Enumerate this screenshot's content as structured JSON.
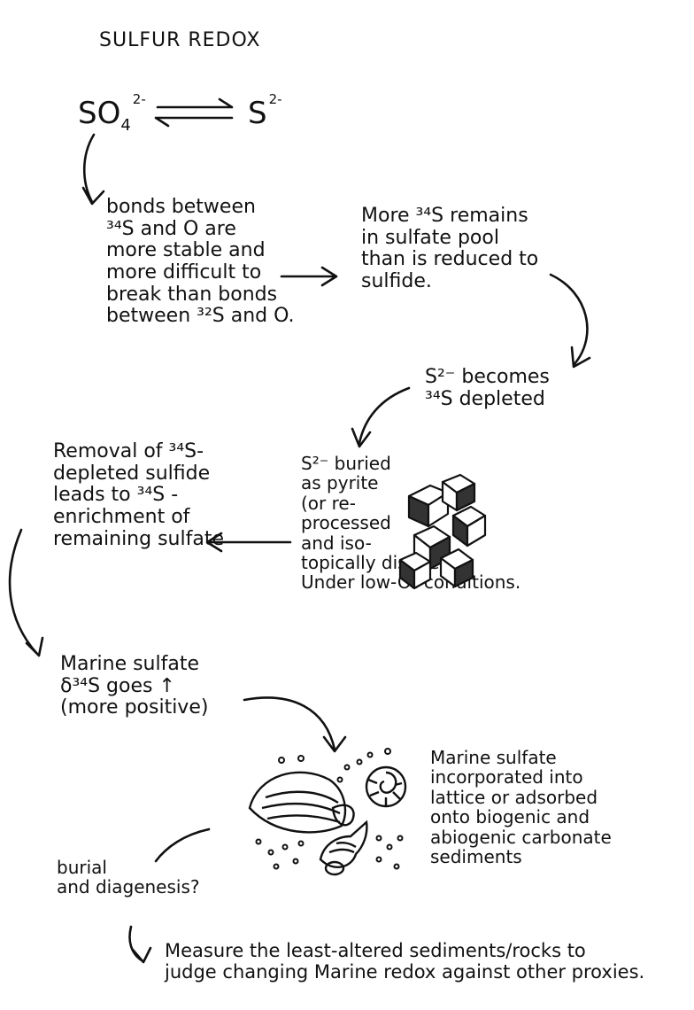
{
  "title": "SULFUR REDOX",
  "equation": {
    "left": "SO",
    "left_sub": "4",
    "left_sup": "2-",
    "right": "S",
    "right_sup": "2-"
  },
  "notes": {
    "bonds": "bonds between\n³⁴S and O are\nmore stable and\nmore difficult to\nbreak than bonds\nbetween ³²S and O.",
    "remains": "More ³⁴S remains\nin sulfate pool\nthan is reduced to\nsulfide.",
    "depleted": "S²⁻ becomes\n³⁴S depleted",
    "buried": "S²⁻ buried\nas pyrite\n(or re-\nprocessed\nand iso-\ntopically distilled)\nUnder low-O₂ conditions.",
    "removal": "Removal of ³⁴S-\ndepleted sulfide\nleads to ³⁴S -\nenrichment of\nremaining sulfate",
    "marine_up": "Marine sulfate\nδ³⁴S goes ↑\n(more positive)",
    "incorporated": "Marine sulfate\nincorporated into\nlattice or adsorbed\nonto biogenic and\nabiogenic carbonate\nsediments",
    "burial": "burial\nand diagenesis?",
    "measure": "Measure the least-altered sediments/rocks to\njudge changing Marine redox against other proxies."
  },
  "icons": [
    "pyrite-crystals-icon",
    "shell-icon",
    "ammonite-icon",
    "snail-shell-icon",
    "carbonate-grains-icon"
  ]
}
